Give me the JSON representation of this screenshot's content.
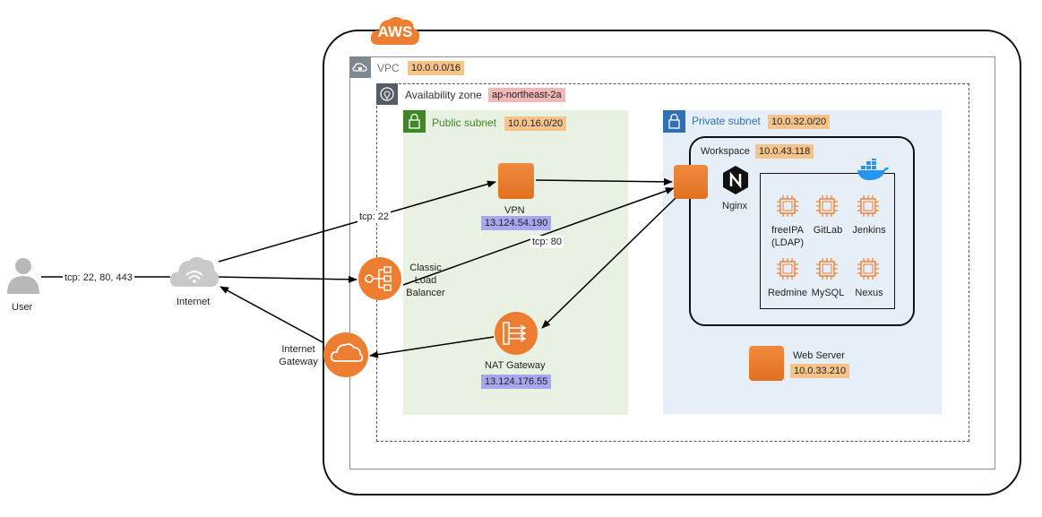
{
  "containers": {
    "aws_label": "AWS",
    "vpc_label": "VPC",
    "vpc_cidr": "10.0.0.0/16",
    "az_label": "Availability zone",
    "az_value": "ap-northeast-2a",
    "public_subnet_label": "Public subnet",
    "public_subnet_cidr": "10.0.16.0/20",
    "private_subnet_label": "Private subnet",
    "private_subnet_cidr": "10.0.32.0/20",
    "workspace_label": "Workspace",
    "workspace_ip": "10.0.43.118"
  },
  "nodes": {
    "user": "User",
    "internet": "Internet",
    "internet_gateway": [
      "Internet",
      "Gateway"
    ],
    "vpn_label": "VPN",
    "vpn_ip": "13.124.54.190",
    "clb": [
      "Classic",
      "Load",
      "Balancer"
    ],
    "nat_label": "NAT Gateway",
    "nat_ip": "13.124.176.55",
    "nginx": "Nginx",
    "web_server_label": "Web Server",
    "web_server_ip": "10.0.33.210",
    "services": {
      "freeipa": [
        "freeIPA",
        "(LDAP)"
      ],
      "gitlab": "GitLab",
      "jenkins": "Jenkins",
      "redmine": "Redmine",
      "mysql": "MySQL",
      "nexus": "Nexus"
    }
  },
  "edges": {
    "user_internet": "tcp: 22, 80, 443",
    "internet_vpn": "tcp: 22",
    "clb_workspace": "tcp: 80"
  },
  "colors": {
    "aws_orange": "#ed7d31",
    "public_subnet_bg": "#e9f1e3",
    "private_subnet_bg": "#e6eff7",
    "cidr_tag": "#f6c38a",
    "az_tag": "#f2b8b8",
    "public_ip_tag": "#a9a6f0",
    "public_green": "#3f8624",
    "private_blue": "#2f70b3",
    "docker_blue": "#2496ed"
  }
}
